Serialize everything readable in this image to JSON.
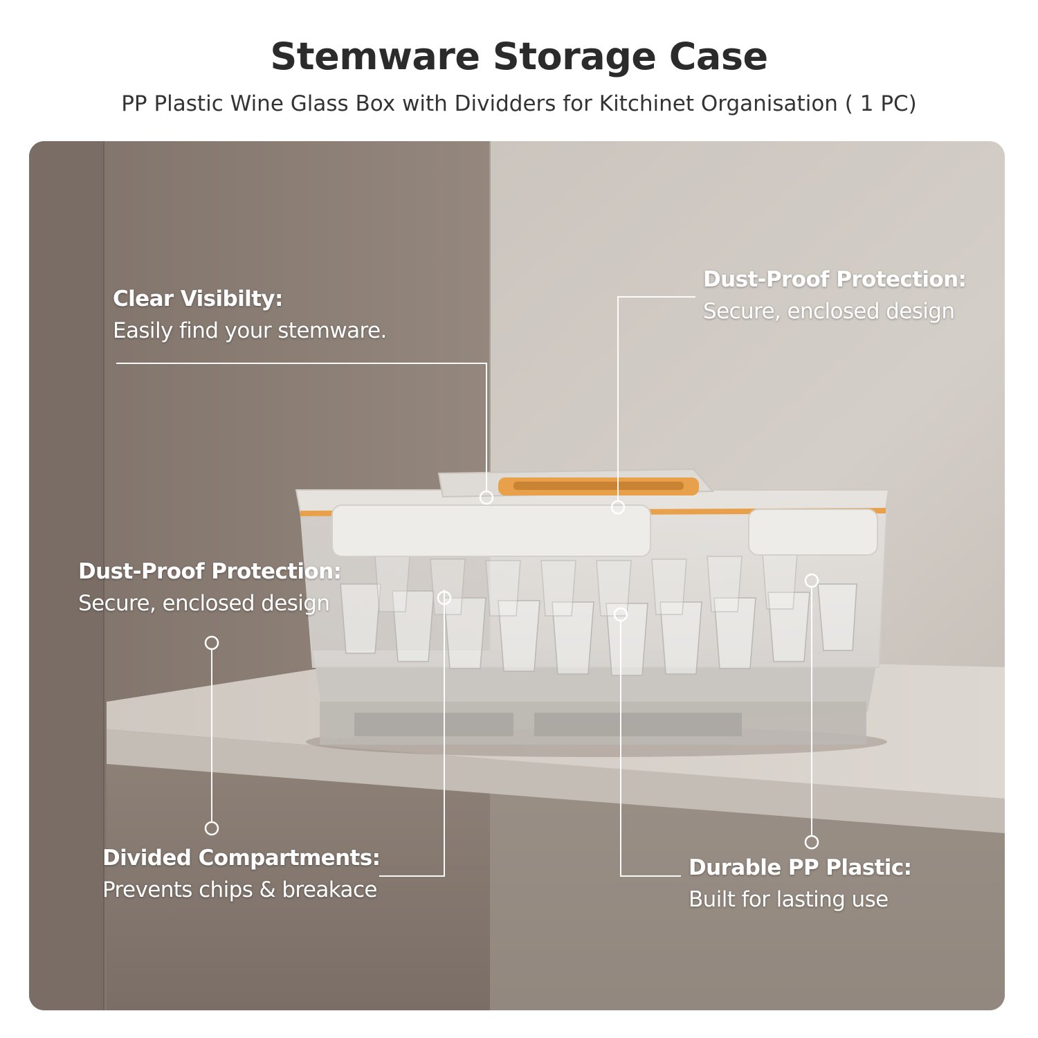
{
  "header": {
    "title": "Stemware Storage Case",
    "subtitle": "PP Plastic Wine Glass Box with Dividders for Kitchinet Organisation ( 1 PC)"
  },
  "callouts": [
    {
      "id": "clear-visibility",
      "heading": "Clear Visibilty:",
      "description": "Easily find your stemware."
    },
    {
      "id": "dust-proof-top",
      "heading": "Dust-Proof Protection:",
      "description": "Secure, enclosed design"
    },
    {
      "id": "dust-proof-left",
      "heading": "Dust-Proof Protection:",
      "description": "Secure, enclosed design"
    },
    {
      "id": "divided-compartments",
      "heading": "Divided Compartments:",
      "description": "Prevents chips & breakace"
    },
    {
      "id": "durable-pp-plastic",
      "heading": "Durable PP Plastic:",
      "description": "Built for lasting use"
    }
  ],
  "colors": {
    "accent_orange": "#e8a04a",
    "wall_dark": "#8a7c72",
    "wall_light": "#c9c2bb",
    "shelf": "#d8d2cb",
    "title_text": "#2b2b2b"
  }
}
